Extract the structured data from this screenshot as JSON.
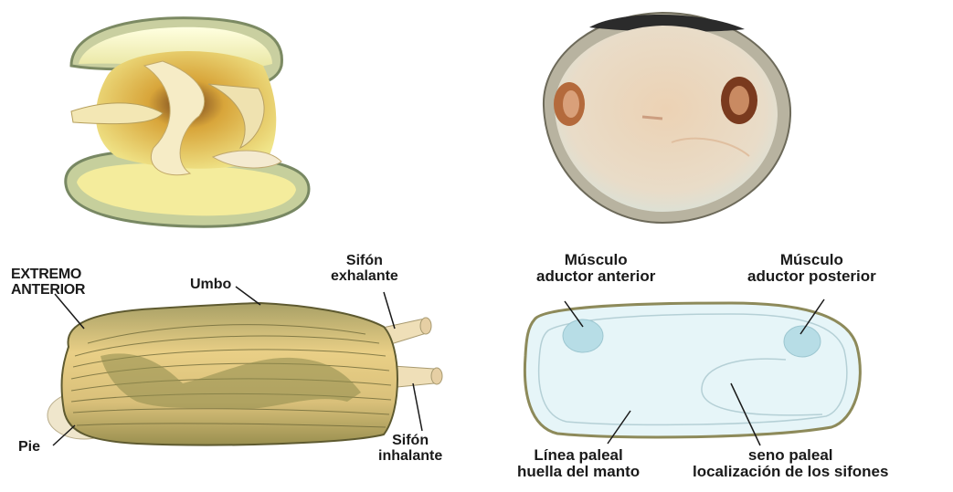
{
  "labels": {
    "extremo_anterior": [
      "EXTREMO",
      "ANTERIOR"
    ],
    "umbo": "Umbo",
    "sifon_exhalante": [
      "Sifón",
      "exhalante"
    ],
    "sifon_inhalante": [
      "Sifón",
      "inhalante"
    ],
    "pie": "Pie",
    "musculo_aductor_anterior": [
      "Músculo",
      "aductor anterior"
    ],
    "musculo_aductor_posterior": [
      "Músculo",
      "aductor posterior"
    ],
    "linea_paleal": [
      "Línea paleal",
      "huella del manto"
    ],
    "seno_paleal": [
      "seno paleal",
      "localización de los sifones"
    ]
  },
  "colors": {
    "label_text": "#1a1a1a",
    "shell_light": "#f2e2a0",
    "shell_band": "#8c8a52",
    "valve_inner": "#e4f3f6",
    "valve_rim": "#8d8a5a",
    "interior_peach": "#e8c9a8"
  }
}
